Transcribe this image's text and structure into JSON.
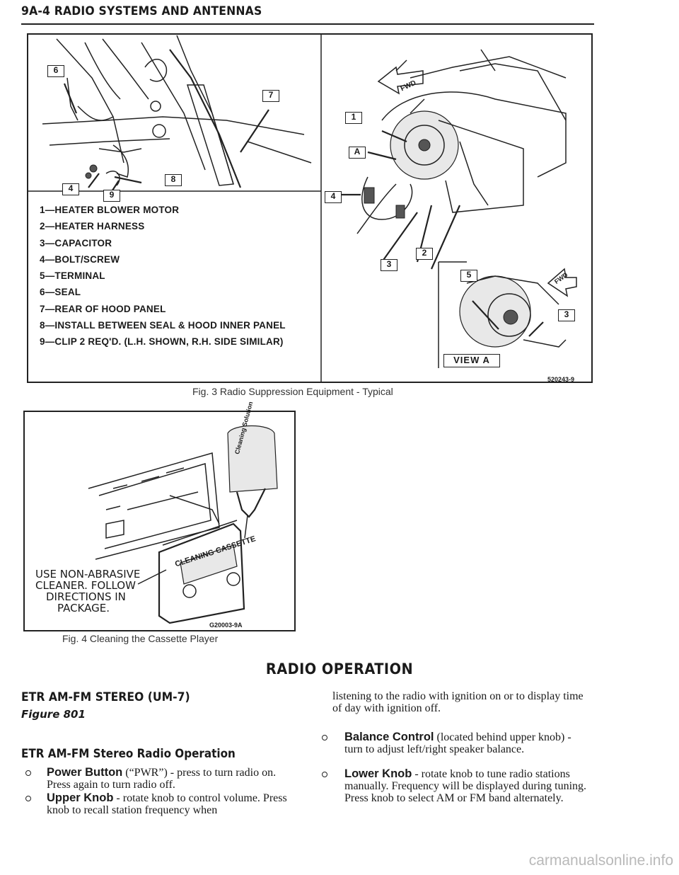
{
  "page": {
    "header": "9A-4 RADIO SYSTEMS AND ANTENNAS",
    "watermark": "carmanualsonline.info"
  },
  "figure3": {
    "caption": "Fig. 3 Radio Suppression Equipment - Typical",
    "code": "520243-9",
    "legend": [
      "1—HEATER BLOWER MOTOR",
      "2—HEATER HARNESS",
      "3—CAPACITOR",
      "4—BOLT/SCREW",
      "5—TERMINAL",
      "6—SEAL",
      "7—REAR OF HOOD PANEL",
      "8—INSTALL BETWEEN SEAL & HOOD INNER PANEL",
      "9—CLIP 2 REQ'D. (L.H. SHOWN, R.H. SIDE SIMILAR)"
    ],
    "callouts": {
      "c6": "6",
      "c7": "7",
      "c8": "8",
      "c4a": "4",
      "c9": "9",
      "c1": "1",
      "cA": "A",
      "c4b": "4",
      "c3a": "3",
      "c2": "2",
      "c5": "5",
      "c3b": "3",
      "view": "VIEW A"
    },
    "fwd": "FWD"
  },
  "figure4": {
    "caption": "Fig. 4 Cleaning the Cassette Player",
    "code": "G20003-9A",
    "note_lines": [
      "USE NON-ABRASIVE",
      "CLEANER.  FOLLOW",
      "DIRECTIONS IN",
      "PACKAGE."
    ],
    "cassette_label": "CLEANING CASSETTE",
    "bottle_label": "Cleaning Solution"
  },
  "section": {
    "title": "RADIO OPERATION",
    "subhead1": "ETR AM-FM STEREO (UM-7)",
    "figref": "Figure 801",
    "subhead2": "ETR AM-FM Stereo Radio Operation",
    "items_left": [
      {
        "lead": "Power Button",
        "text": " (“PWR”) - press to turn radio on. Press again to turn radio off."
      },
      {
        "lead": "Upper Knob",
        "text": " - rotate knob to control volume. Press knob to recall station frequency when"
      }
    ],
    "continuation": "listening to the radio with ignition on or to display time of day with ignition off.",
    "items_right": [
      {
        "lead": "Balance Control",
        "text": " (located behind upper knob) - turn to adjust left/right speaker balance."
      },
      {
        "lead": "Lower Knob",
        "text": " - rotate knob to tune radio stations manually. Frequency will be displayed during tuning. Press knob to select AM or FM band alternately."
      }
    ]
  }
}
